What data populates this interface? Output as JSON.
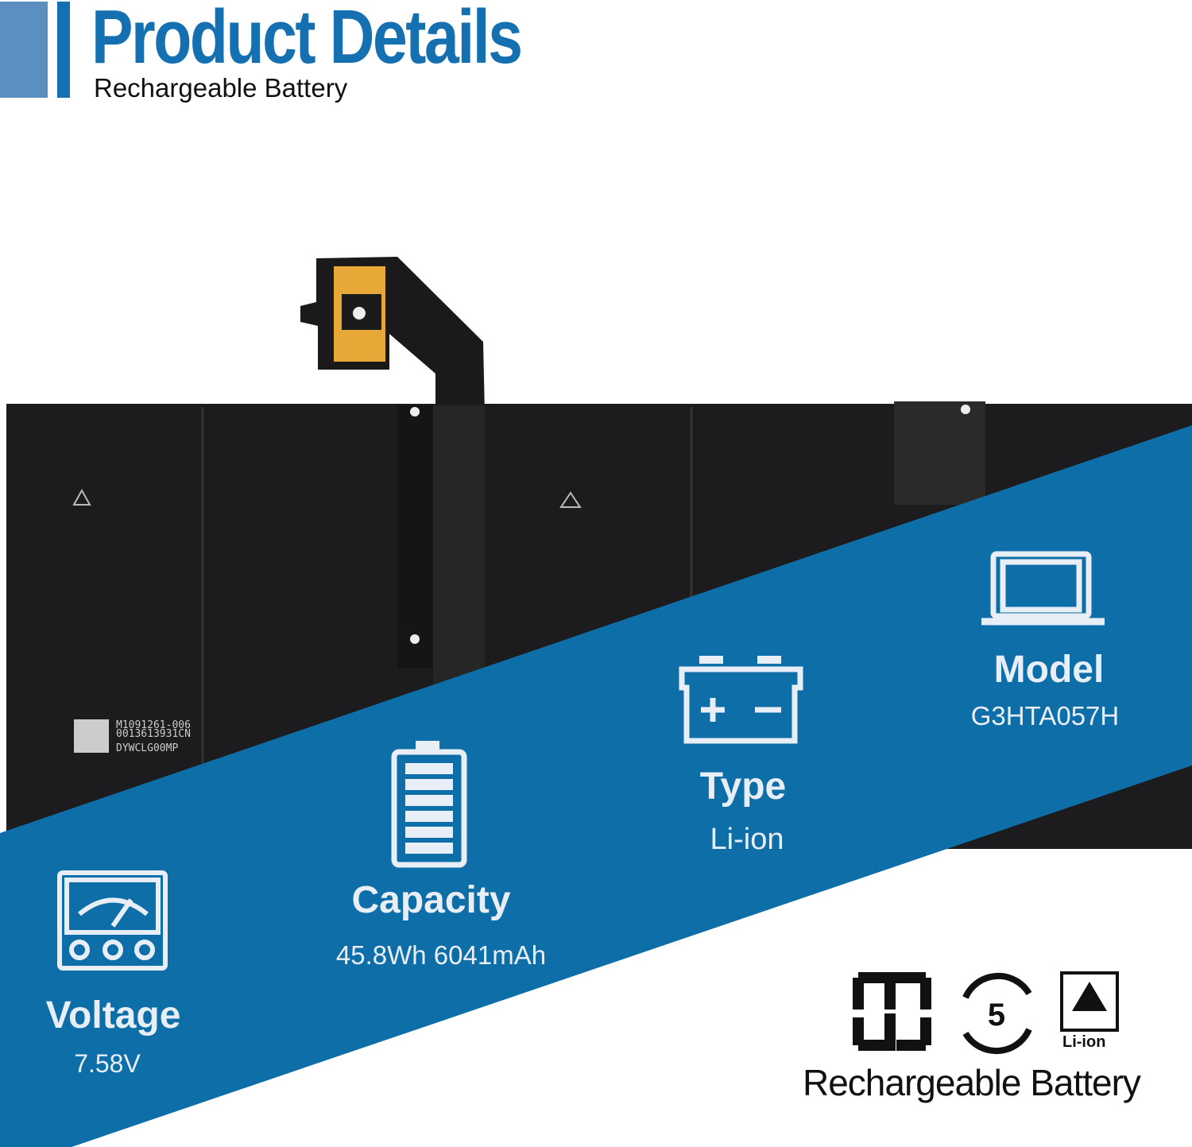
{
  "header": {
    "title": "Product Details",
    "subtitle": "Rechargeable Battery"
  },
  "battery_label": {
    "part": "M1091261-006",
    "serial": "0013613931CN",
    "code": "DYWCLG00MP"
  },
  "specs": [
    {
      "label": "Model",
      "value": "G3HTA057H",
      "icon": "laptop-icon"
    },
    {
      "label": "Type",
      "value": "Li-ion",
      "icon": "car-battery-icon"
    },
    {
      "label": "Capacity",
      "value": "45.8Wh 6041mAh",
      "icon": "battery-level-icon"
    },
    {
      "label": "Voltage",
      "value": "7.58V",
      "icon": "voltmeter-icon"
    }
  ],
  "footer": {
    "recycle_label": "Li-ion",
    "eco_number": "5",
    "title": "Rechargeable Battery"
  },
  "colors": {
    "brand": "#1470b0",
    "band": "#0e6ea8",
    "battery": "#1c1c1e"
  }
}
